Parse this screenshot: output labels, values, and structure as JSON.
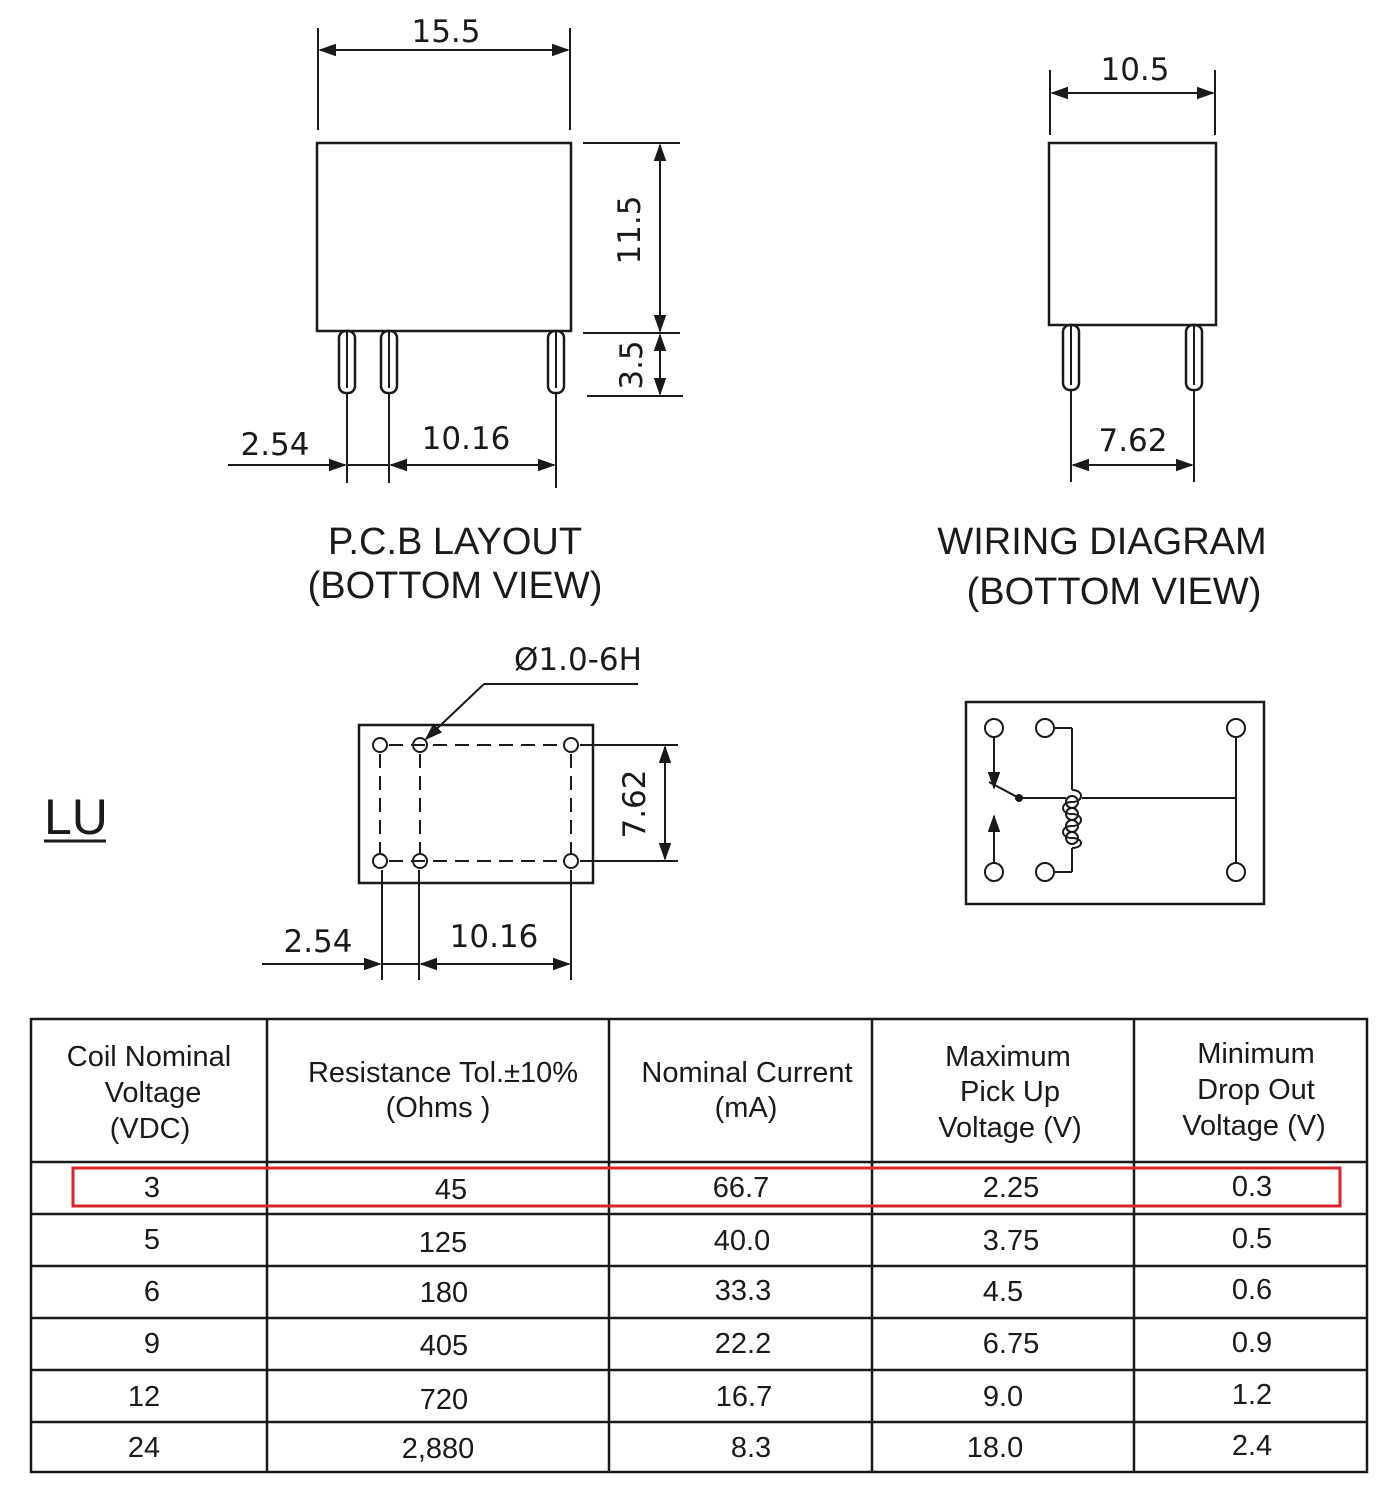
{
  "dimensions": {
    "top_width": "15.5",
    "body_height": "11.5",
    "pin_height": "3.5",
    "pin_pitch_left": "2.54",
    "pin_span": "10.16",
    "side_width": "10.5",
    "side_pin_span": "7.62",
    "pcb_hole": "Ø1.0-6H",
    "pcb_row_spacing": "7.62",
    "pcb_pitch_left": "2.54",
    "pcb_span": "10.16"
  },
  "captions": {
    "pcb_line1": "P.C.B LAYOUT",
    "pcb_line2": "(BOTTOM VIEW)",
    "wiring_line1": "WIRING DIAGRAM",
    "wiring_line2": "(BOTTOM VIEW)"
  },
  "model_label": "LU",
  "table": {
    "headers": [
      [
        "Coil Nominal",
        "Voltage",
        "(VDC)"
      ],
      [
        "Resistance Tol.±10%",
        "(Ohms )"
      ],
      [
        "Nominal Current",
        "(mA)"
      ],
      [
        "Maximum",
        "Pick Up",
        "Voltage (V)"
      ],
      [
        "Minimum",
        "Drop Out",
        "Voltage (V)"
      ]
    ],
    "rows": [
      [
        "3",
        "45",
        "66.7",
        "2.25",
        "0.3"
      ],
      [
        "5",
        "125",
        "40.0",
        "3.75",
        "0.5"
      ],
      [
        "6",
        "180",
        "33.3",
        "4.5",
        "0.6"
      ],
      [
        "9",
        "405",
        "22.2",
        "6.75",
        "0.9"
      ],
      [
        "12",
        "720",
        "16.7",
        "9.0",
        "1.2"
      ],
      [
        "24",
        "2,880",
        "8.3",
        "18.0",
        "2.4"
      ]
    ],
    "highlight_row": 0,
    "highlight_color": "#d8262c"
  }
}
